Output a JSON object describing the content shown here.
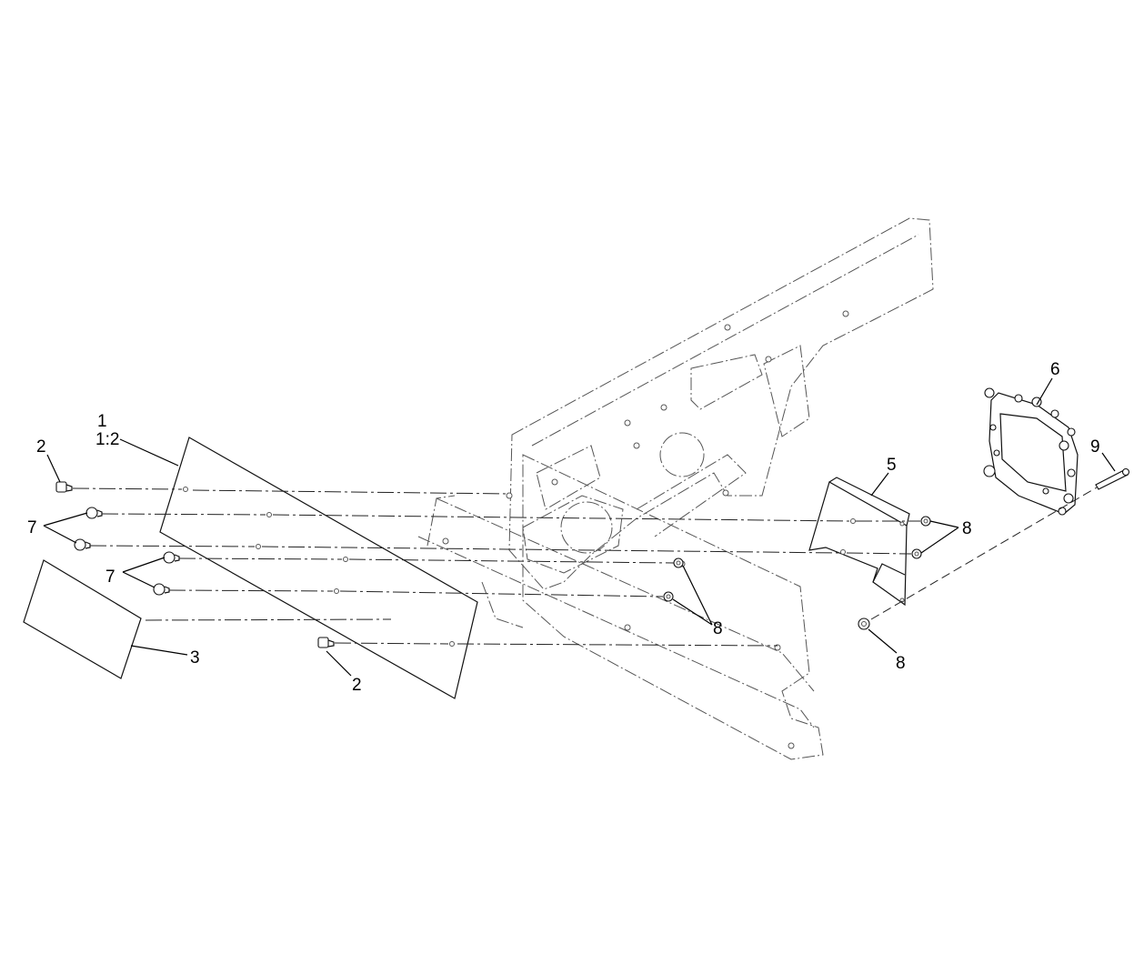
{
  "callouts": {
    "c1": "1",
    "c1_2": "1:2",
    "c2_top": "2",
    "c2_bottom": "2",
    "c3": "3",
    "c5": "5",
    "c6": "6",
    "c7_top": "7",
    "c7_mid": "7",
    "c8_right": "8",
    "c8_mid": "8",
    "c8_bottom": "8",
    "c9": "9"
  }
}
